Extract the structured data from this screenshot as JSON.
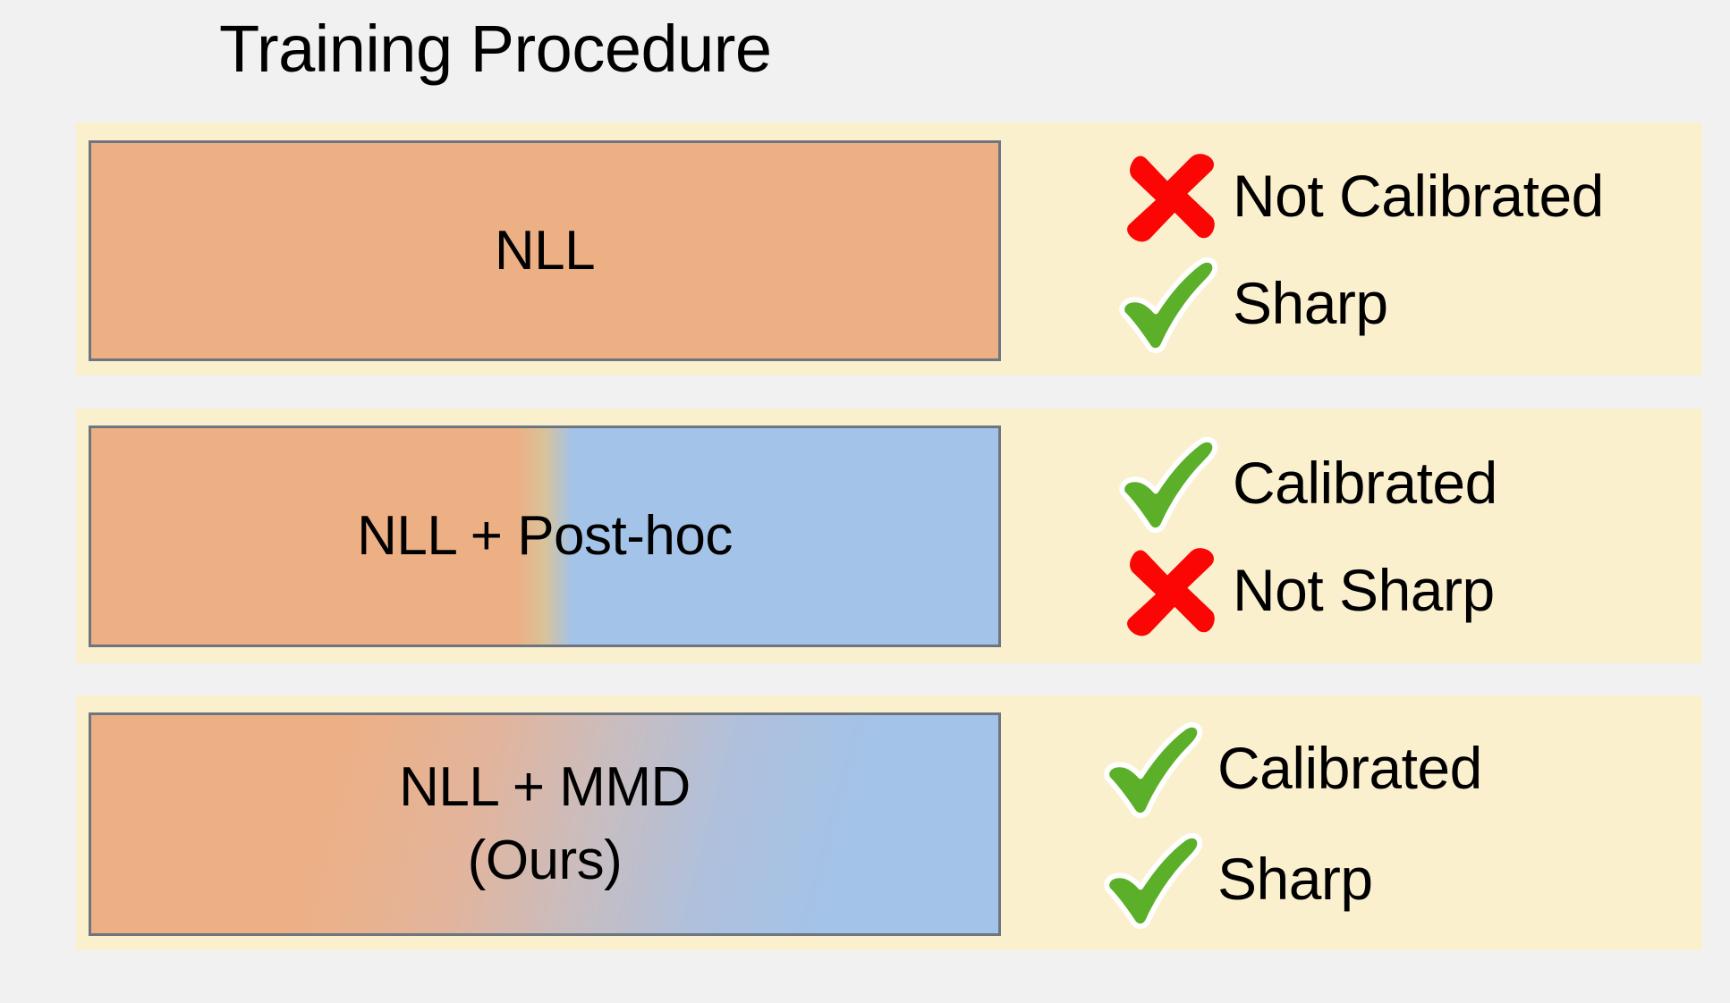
{
  "title": "Training Procedure",
  "colors": {
    "background": "#f1f1f1",
    "band": "#FBF0CE",
    "orange": "#EDB085",
    "blue": "#A3C3E8",
    "box_border": "#6C7580",
    "check_green": "#5CAF28",
    "cross_red": "#FC0505",
    "text": "#000000"
  },
  "rows": [
    {
      "method_line1": "NLL",
      "method_line2": "",
      "fill_style": "solid-orange",
      "annotations": [
        {
          "icon": "cross-icon",
          "status": "negative",
          "label": "Not Calibrated"
        },
        {
          "icon": "check-icon",
          "status": "positive",
          "label": "Sharp"
        }
      ]
    },
    {
      "method_line1": "NLL + Post-hoc",
      "method_line2": "",
      "fill_style": "hard-split-orange-blue",
      "annotations": [
        {
          "icon": "check-icon",
          "status": "positive",
          "label": "Calibrated"
        },
        {
          "icon": "cross-icon",
          "status": "negative",
          "label": "Not Sharp"
        }
      ]
    },
    {
      "method_line1": "NLL + MMD",
      "method_line2": "(Ours)",
      "fill_style": "smooth-gradient-orange-blue",
      "annotations": [
        {
          "icon": "check-icon",
          "status": "positive",
          "label": "Calibrated"
        },
        {
          "icon": "check-icon",
          "status": "positive",
          "label": "Sharp"
        }
      ]
    }
  ]
}
